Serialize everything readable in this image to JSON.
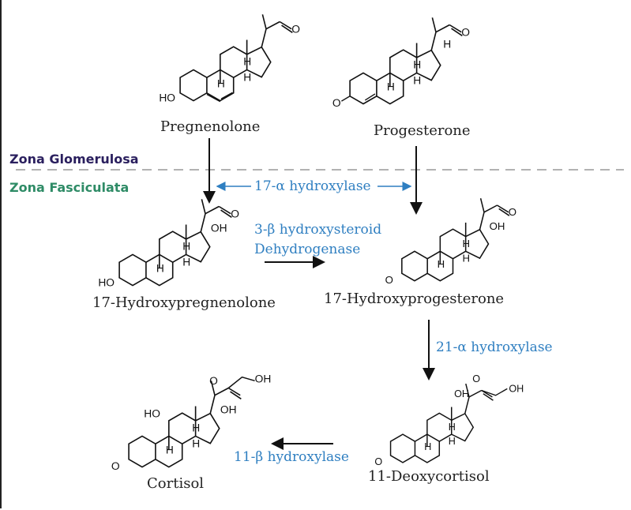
{
  "zones": {
    "top": "Zona Glomerulosa",
    "bottom": "Zona Fasciculata",
    "top_color": "#2a1f5e",
    "bottom_color": "#2e8b66"
  },
  "molecules": {
    "pregnenolone": {
      "name": "Pregnenolone",
      "atoms": {
        "ho": "HO",
        "h1": "H",
        "h2": "H",
        "h3": "H",
        "o": "O"
      }
    },
    "progesterone": {
      "name": "Progesterone",
      "atoms": {
        "o1": "O",
        "h1": "H",
        "h2": "H",
        "h3": "H",
        "h4": "H",
        "o": "O"
      }
    },
    "hydroxypregnenolone": {
      "name": "17-Hydroxypregnenolone",
      "atoms": {
        "ho": "HO",
        "h1": "H",
        "h2": "H",
        "h3": "H",
        "oh": "OH",
        "o": "O"
      }
    },
    "hydroxyprogesterone": {
      "name": "17-Hydroxyprogesterone",
      "atoms": {
        "o1": "O",
        "h1": "H",
        "h2": "H",
        "h3": "H",
        "oh": "OH",
        "o": "O"
      }
    },
    "deoxycortisol": {
      "name": "11-Deoxycortisol",
      "atoms": {
        "o1": "O",
        "h1": "H",
        "h2": "H",
        "h3": "H",
        "oh": "OH",
        "o": "O",
        "oh2": "OH"
      }
    },
    "cortisol": {
      "name": "Cortisol",
      "atoms": {
        "o1": "O",
        "ho": "HO",
        "h1": "H",
        "h2": "H",
        "h3": "H",
        "oh": "OH",
        "o": "O",
        "oh2": "OH"
      }
    }
  },
  "enzymes": {
    "e1": "17-α hydroxylase",
    "e2_line1": "3-β hydroxysteroid",
    "e2_line2": "Dehydrogenase",
    "e3": "21-α hydroxylase",
    "e4": "11-β hydroxylase"
  },
  "colors": {
    "enzyme": "#2f7fc1",
    "arrow": "#111111"
  }
}
